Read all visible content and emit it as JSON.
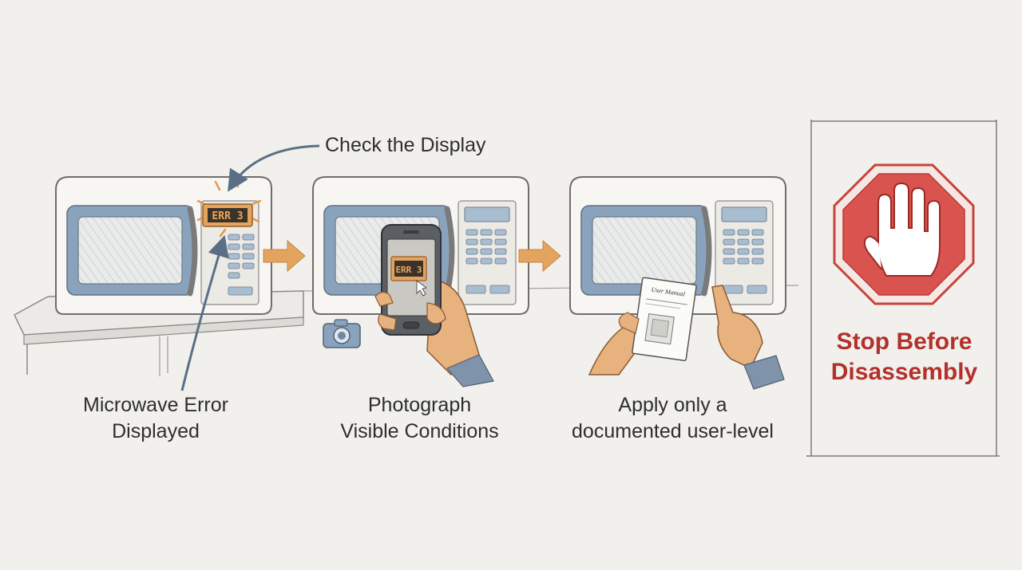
{
  "callout": {
    "text": "Check the Display"
  },
  "steps": [
    {
      "lines": [
        "Microwave Error",
        "Displayed"
      ]
    },
    {
      "lines": [
        "Photograph",
        "Visible Conditions"
      ]
    },
    {
      "lines": [
        "Apply only a",
        "documented user-level"
      ]
    }
  ],
  "display": {
    "error_code": "ERR 3"
  },
  "manual": {
    "title": "User Manual"
  },
  "stop_panel": {
    "lines": [
      "Stop Before",
      "Disassembly"
    ]
  },
  "colors": {
    "background": "#f1f0ec",
    "arrow": "#e3a460",
    "stop_red": "#d9544e",
    "stop_text": "#b3302b",
    "window_blue": "#8aa3bd",
    "panel_blue": "#a9bdd1",
    "display_orange": "#d98c3f"
  }
}
